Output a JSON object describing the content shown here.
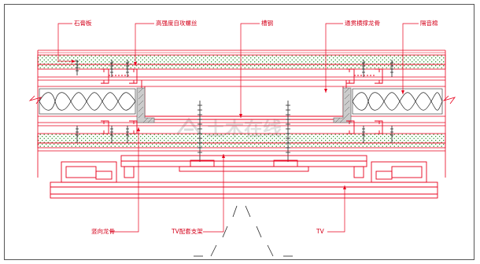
{
  "labels": {
    "gypsum_board": "石膏板",
    "high_strength_screw": "高强度自攻螺丝",
    "channel_steel": "槽钢",
    "through_wall_bracket": "通贯横撑龙骨",
    "rock_wool": "隔音棉",
    "vertical_stud": "竖向龙骨",
    "tv_bracket": "TV配套支架",
    "tv": "TV"
  },
  "watermark": "土木在线",
  "colors": {
    "line": "#e8001c",
    "label": "#d4001a",
    "leader": "#e8001c",
    "hatch": "#1a8a1a",
    "insulation": "#222222",
    "watermark": "#c8c8c8"
  }
}
